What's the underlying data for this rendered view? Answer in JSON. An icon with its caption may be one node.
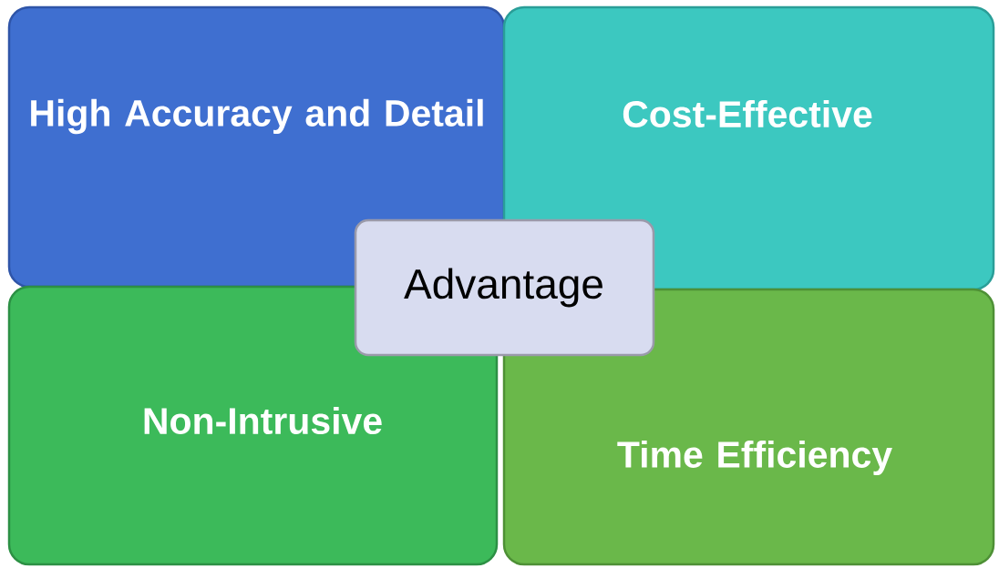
{
  "diagram": {
    "nodes": [
      {
        "text": [
          "High Accuracy and Detail"
        ]
      },
      {
        "text": [
          "Cost-Effective"
        ]
      },
      {
        "text": [
          "Advantage"
        ]
      },
      {
        "text": [
          "Non-Intrusive"
        ]
      },
      {
        "text": [
          "Time Efficiency"
        ]
      }
    ]
  }
}
